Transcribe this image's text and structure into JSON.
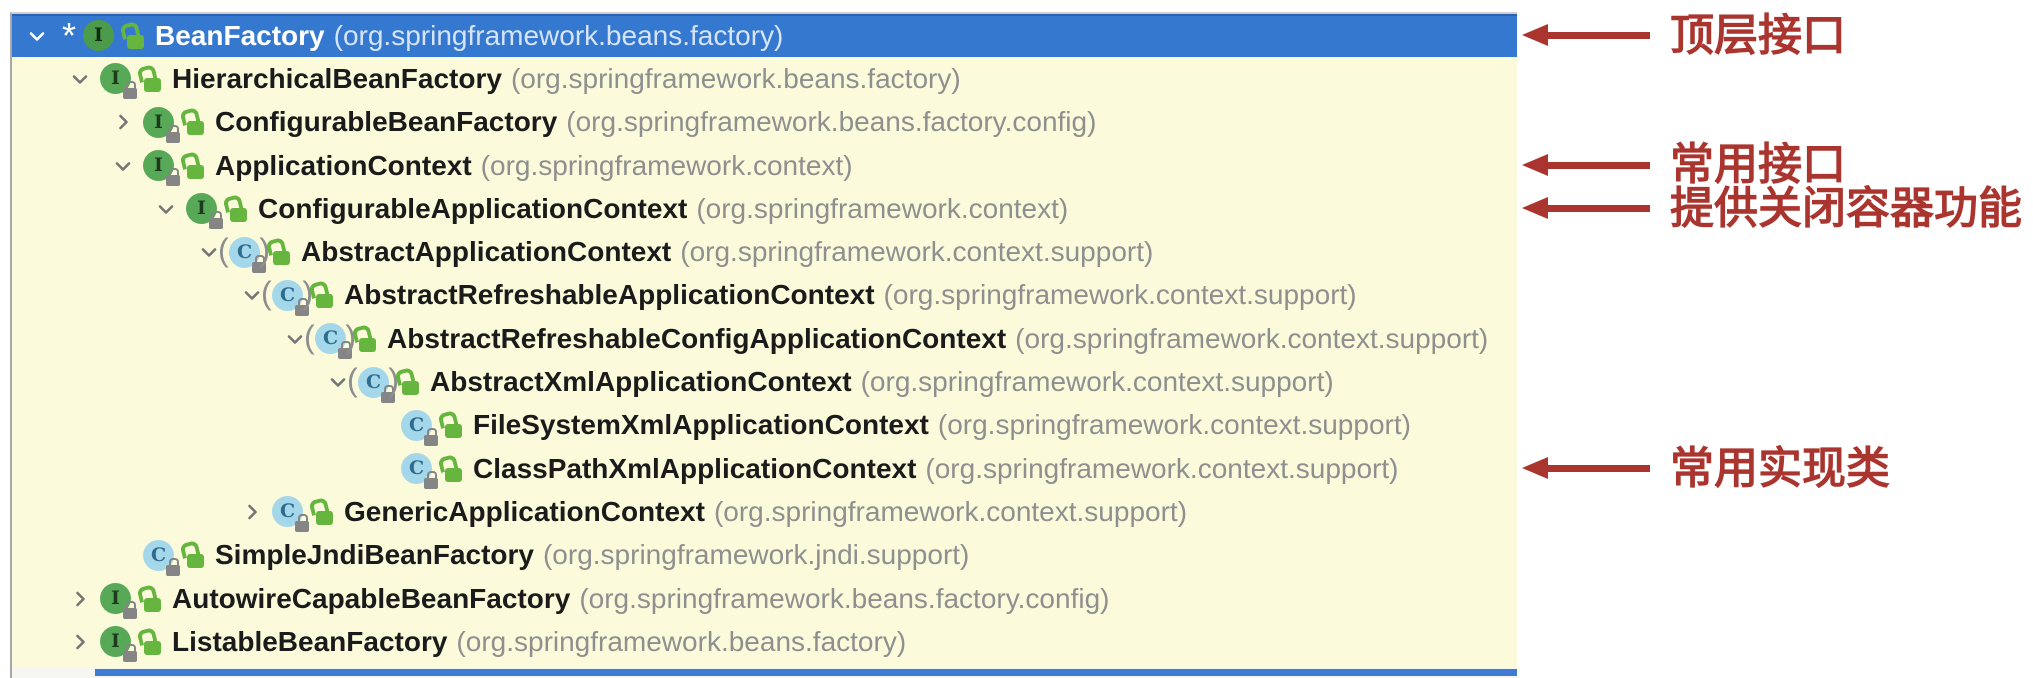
{
  "colors": {
    "selection_blue": "#3478d0",
    "panel_background": "#fbfbdc",
    "annotation_red": "#aa352f",
    "interface_icon_green": "#57a957",
    "class_icon_blue": "#a5d7ea",
    "public_lock_green": "#66b53e"
  },
  "tree": {
    "rows": [
      {
        "name": "BeanFactory",
        "package": "(org.springframework.beans.factory)",
        "kind": "interface",
        "icon_letter": "I",
        "depth": 0,
        "expander": "expanded",
        "selected": true,
        "base_marker": "*",
        "locked": false
      },
      {
        "name": "HierarchicalBeanFactory",
        "package": "(org.springframework.beans.factory)",
        "kind": "interface",
        "icon_letter": "I",
        "depth": 1,
        "expander": "expanded",
        "selected": false,
        "base_marker": "",
        "locked": true
      },
      {
        "name": "ConfigurableBeanFactory",
        "package": "(org.springframework.beans.factory.config)",
        "kind": "interface",
        "icon_letter": "I",
        "depth": 2,
        "expander": "collapsed",
        "selected": false,
        "base_marker": "",
        "locked": true
      },
      {
        "name": "ApplicationContext",
        "package": "(org.springframework.context)",
        "kind": "interface",
        "icon_letter": "I",
        "depth": 2,
        "expander": "expanded",
        "selected": false,
        "base_marker": "",
        "locked": true
      },
      {
        "name": "ConfigurableApplicationContext",
        "package": "(org.springframework.context)",
        "kind": "interface",
        "icon_letter": "I",
        "depth": 3,
        "expander": "expanded",
        "selected": false,
        "base_marker": "",
        "locked": true
      },
      {
        "name": "AbstractApplicationContext",
        "package": "(org.springframework.context.support)",
        "kind": "abstract-class",
        "icon_letter": "C",
        "depth": 4,
        "expander": "expanded",
        "selected": false,
        "base_marker": "",
        "locked": true
      },
      {
        "name": "AbstractRefreshableApplicationContext",
        "package": "(org.springframework.context.support)",
        "kind": "abstract-class",
        "icon_letter": "C",
        "depth": 5,
        "expander": "expanded",
        "selected": false,
        "base_marker": "",
        "locked": true
      },
      {
        "name": "AbstractRefreshableConfigApplicationContext",
        "package": "(org.springframework.context.support)",
        "kind": "abstract-class",
        "icon_letter": "C",
        "depth": 6,
        "expander": "expanded",
        "selected": false,
        "base_marker": "",
        "locked": true
      },
      {
        "name": "AbstractXmlApplicationContext",
        "package": "(org.springframework.context.support)",
        "kind": "abstract-class",
        "icon_letter": "C",
        "depth": 7,
        "expander": "expanded",
        "selected": false,
        "base_marker": "",
        "locked": true
      },
      {
        "name": "FileSystemXmlApplicationContext",
        "package": "(org.springframework.context.support)",
        "kind": "class",
        "icon_letter": "C",
        "depth": 8,
        "expander": "none",
        "selected": false,
        "base_marker": "",
        "locked": true
      },
      {
        "name": "ClassPathXmlApplicationContext",
        "package": "(org.springframework.context.support)",
        "kind": "class",
        "icon_letter": "C",
        "depth": 8,
        "expander": "none",
        "selected": false,
        "base_marker": "",
        "locked": true
      },
      {
        "name": "GenericApplicationContext",
        "package": "(org.springframework.context.support)",
        "kind": "class",
        "icon_letter": "C",
        "depth": 5,
        "expander": "collapsed",
        "selected": false,
        "base_marker": "",
        "locked": true
      },
      {
        "name": "SimpleJndiBeanFactory",
        "package": "(org.springframework.jndi.support)",
        "kind": "class",
        "icon_letter": "C",
        "depth": 2,
        "expander": "none",
        "selected": false,
        "base_marker": "",
        "locked": true
      },
      {
        "name": "AutowireCapableBeanFactory",
        "package": "(org.springframework.beans.factory.config)",
        "kind": "interface",
        "icon_letter": "I",
        "depth": 1,
        "expander": "collapsed",
        "selected": false,
        "base_marker": "",
        "locked": true
      },
      {
        "name": "ListableBeanFactory",
        "package": "(org.springframework.beans.factory)",
        "kind": "interface",
        "icon_letter": "I",
        "depth": 1,
        "expander": "collapsed",
        "selected": false,
        "base_marker": "",
        "locked": true
      }
    ]
  },
  "annotations": [
    {
      "label": "顶层接口",
      "target_row": 0
    },
    {
      "label": "常用接口",
      "target_row": 3
    },
    {
      "label": "提供关闭容器功能",
      "target_row": 4
    },
    {
      "label": "常用实现类",
      "target_row": 10
    }
  ]
}
